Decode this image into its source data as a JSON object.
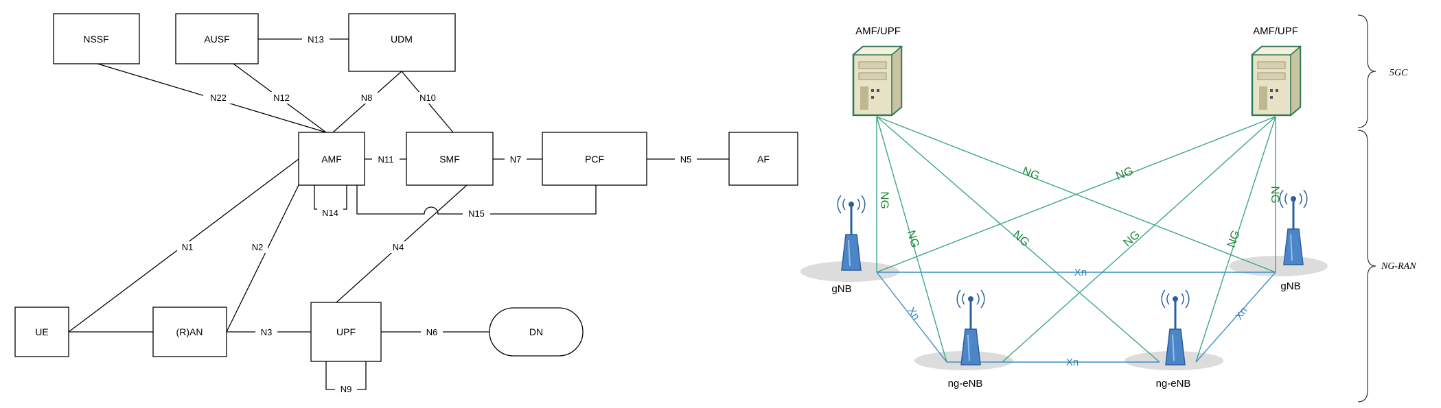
{
  "left_diagram": {
    "nodes": {
      "nssf": "NSSF",
      "ausf": "AUSF",
      "udm": "UDM",
      "amf": "AMF",
      "smf": "SMF",
      "pcf": "PCF",
      "af": "AF",
      "ue": "UE",
      "ran": "(R)AN",
      "upf": "UPF",
      "dn": "DN"
    },
    "interfaces": {
      "n13": "N13",
      "n22": "N22",
      "n12": "N12",
      "n8": "N8",
      "n10": "N10",
      "n11": "N11",
      "n7": "N7",
      "n5": "N5",
      "n14": "N14",
      "n15": "N15",
      "n1": "N1",
      "n2": "N2",
      "n4": "N4",
      "n3": "N3",
      "n6": "N6",
      "n9": "N9"
    }
  },
  "right_diagram": {
    "server_left_label": "AMF/UPF",
    "server_right_label": "AMF/UPF",
    "ng_label": "NG",
    "xn_label": "Xn",
    "gnb_left_label": "gNB",
    "gnb_right_label": "gNB",
    "ngenb_left_label": "ng-eNB",
    "ngenb_right_label": "ng-eNB",
    "brace_top_label": "5GC",
    "brace_bottom_label": "NG-RAN",
    "colors": {
      "ng_line": "#3aa58a",
      "ng_text": "#1e8a3a",
      "xn_line": "#3c8fc7",
      "xn_text": "#2f7fb5"
    }
  }
}
